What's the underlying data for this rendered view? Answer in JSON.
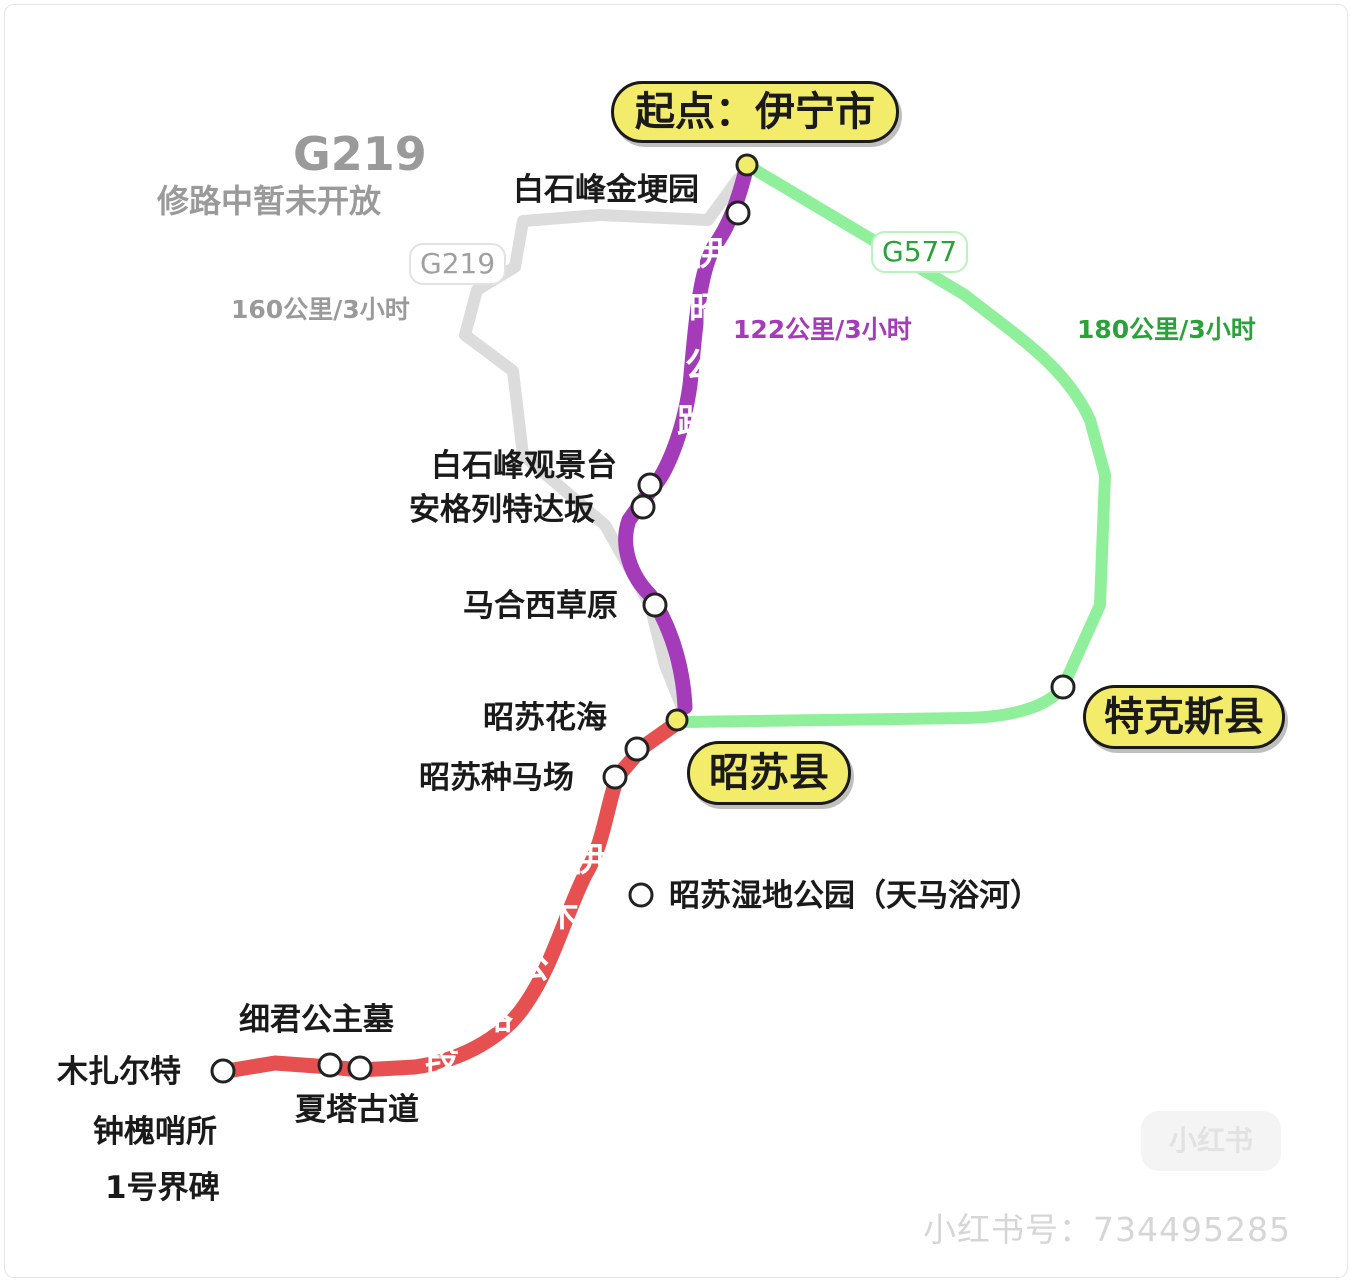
{
  "colors": {
    "g219_route": "#dcdcdc",
    "yizhao_route": "#a43bb8",
    "g577_route": "#90ef9a",
    "yimu_route": "#e65050",
    "city_pill": "#f3ec6a",
    "purple_text": "#a43bb8",
    "green_text": "#2aa23a",
    "gray_text": "#9a9a9a"
  },
  "closed_road": {
    "code": "G219",
    "note": "修路中暂未开放"
  },
  "cities": {
    "start": "起点：伊宁市",
    "tekes": "特克斯县",
    "zhaosu": "昭苏县"
  },
  "routes": {
    "g219": {
      "badge": "G219",
      "distance": "160公里/3小时"
    },
    "yizhao": {
      "name_chars": [
        "伊",
        "昭",
        "公",
        "路"
      ],
      "distance": "122公里/3小时"
    },
    "g577": {
      "badge": "G577",
      "distance": "180公里/3小时"
    },
    "yimu": {
      "name_chars": [
        "伊",
        "木",
        "公",
        "路",
        "段"
      ]
    }
  },
  "poi": {
    "baishifeng_park": "白石峰金埂园",
    "baishifeng_view": "白石峰观景台",
    "angelie": "安格列特达坂",
    "mahexi": "马合西草原",
    "huahai": "昭苏花海",
    "zhongmachang": "昭苏种马场",
    "wetland": "昭苏湿地公园（天马浴河）",
    "xijun": "细君公主墓",
    "xiata": "夏塔古道",
    "muzhaerte": "木扎尔特",
    "zhonghuai": "钟槐哨所",
    "jiebei": "1号界碑"
  },
  "watermark": {
    "logo": "小红书",
    "id_text": "小红书号：734495285"
  }
}
